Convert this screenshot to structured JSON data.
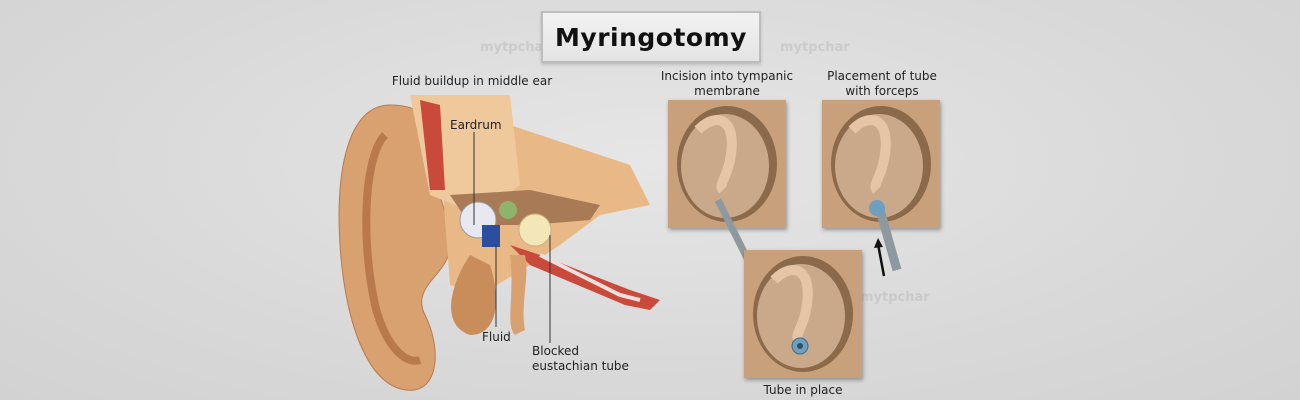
{
  "title": "Myringotomy",
  "left_diagram": {
    "caption": "Fluid buildup in middle ear",
    "labels": {
      "eardrum": "Eardrum",
      "fluid": "Fluid",
      "tube_line1": "Blocked",
      "tube_line2": "eustachian tube"
    }
  },
  "steps": [
    {
      "caption_line1": "Incision into tympanic",
      "caption_line2": "membrane"
    },
    {
      "caption_line1": "Placement of tube",
      "caption_line2": "with forceps"
    },
    {
      "caption_line1": "Tube in place"
    }
  ],
  "watermark": "mytpchar",
  "colors": {
    "skin": "#d9a070",
    "skin_dark": "#b87a4c",
    "panel": "#c8a07c",
    "tube": "#6f9fbf",
    "fluid": "#2b4f9e"
  }
}
